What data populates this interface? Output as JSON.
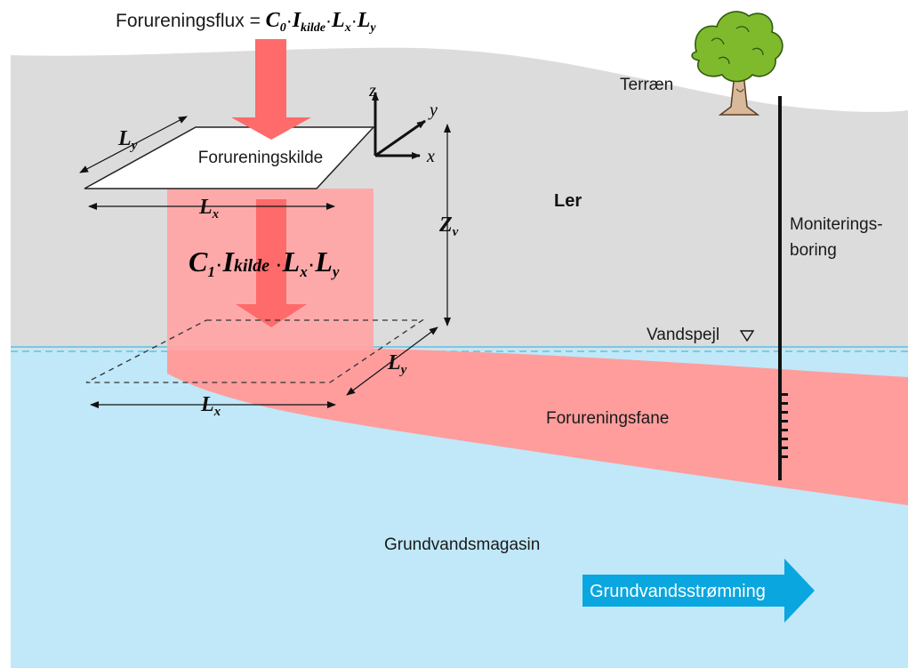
{
  "formula_top": {
    "prefix": "Forureningsflux = ",
    "c": "C",
    "c_sub": "0",
    "i": "I",
    "i_sub": "kilde",
    "lx": "L",
    "lx_sub": "x",
    "ly": "L",
    "ly_sub": "y",
    "dot": "·"
  },
  "formula_mid": {
    "c": "C",
    "c_sub": "1",
    "i": "I",
    "i_sub": "kilde",
    "lx": "L",
    "lx_sub": "x",
    "ly": "L",
    "ly_sub": "y",
    "dot": "·"
  },
  "labels": {
    "source": "Forureningskilde",
    "terrain": "Terræn",
    "clay": "Ler",
    "monitoring_line1": "Moniterings-",
    "monitoring_line2": "boring",
    "water_table": "Vandspejl",
    "plume": "Forureningsfane",
    "aquifer": "Grundvandsmagasin",
    "flow": "Grundvandsstrømning"
  },
  "dimensions": {
    "ly_top": {
      "main": "L",
      "sub": "y"
    },
    "lx_top": {
      "main": "L",
      "sub": "x"
    },
    "zv": {
      "main": "Z",
      "sub": "v"
    },
    "ly_bottom": {
      "main": "L",
      "sub": "y"
    },
    "lx_bottom": {
      "main": "L",
      "sub": "x"
    }
  },
  "axes": {
    "z": "z",
    "y": "y",
    "x": "x"
  },
  "icons": {
    "tree": "tree-icon",
    "water_table_marker": "triangle-down-icon",
    "flow_arrow": "arrow-right-icon"
  },
  "colors": {
    "clay": "#dcdcdc",
    "water": "#c0e8f8",
    "plume": "#ff9d9d",
    "source_column": "#ffa5a5",
    "flux_arrow": "#ff6a6a",
    "flow_arrow": "#0aa6df",
    "water_line": "#5cc2e6"
  }
}
